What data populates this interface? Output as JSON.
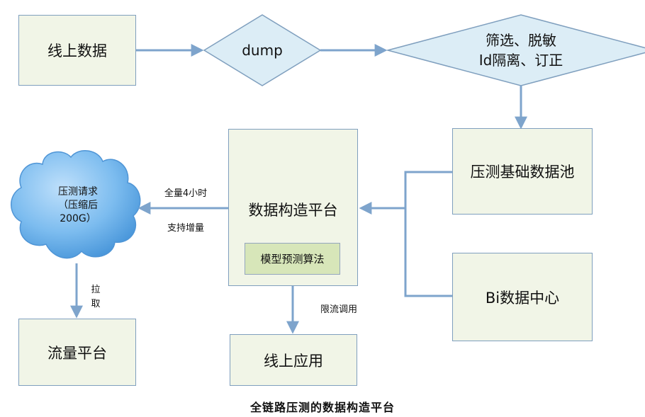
{
  "nodes": {
    "online_data": "线上数据",
    "dump": "dump",
    "filter_line1": "筛选、脱敏",
    "filter_line2": "Id隔离、订正",
    "base_pool": "压测基础数据池",
    "construction_platform": "数据构造平台",
    "model_algorithm": "模型预测算法",
    "bi_center": "Bi数据中心",
    "request_line1": "压测请求",
    "request_line2": "（压缩后",
    "request_line3": "200G）",
    "traffic_platform": "流量平台",
    "online_app": "线上应用"
  },
  "edge_labels": {
    "full_4h": "全量4小时",
    "incremental": "支持增量",
    "pull_1": "拉",
    "pull_2": "取",
    "rate_limited": "限流调用"
  },
  "caption": "全链路压测的数据构造平台",
  "colors": {
    "box_fill": "#f1f5e7",
    "box_border": "#7f9fbe",
    "diamond_fill": "#dcedf6",
    "arrow": "#7ea4cc",
    "sub_box_fill": "#d7e6b9",
    "cloud": "#5fa8e6"
  }
}
